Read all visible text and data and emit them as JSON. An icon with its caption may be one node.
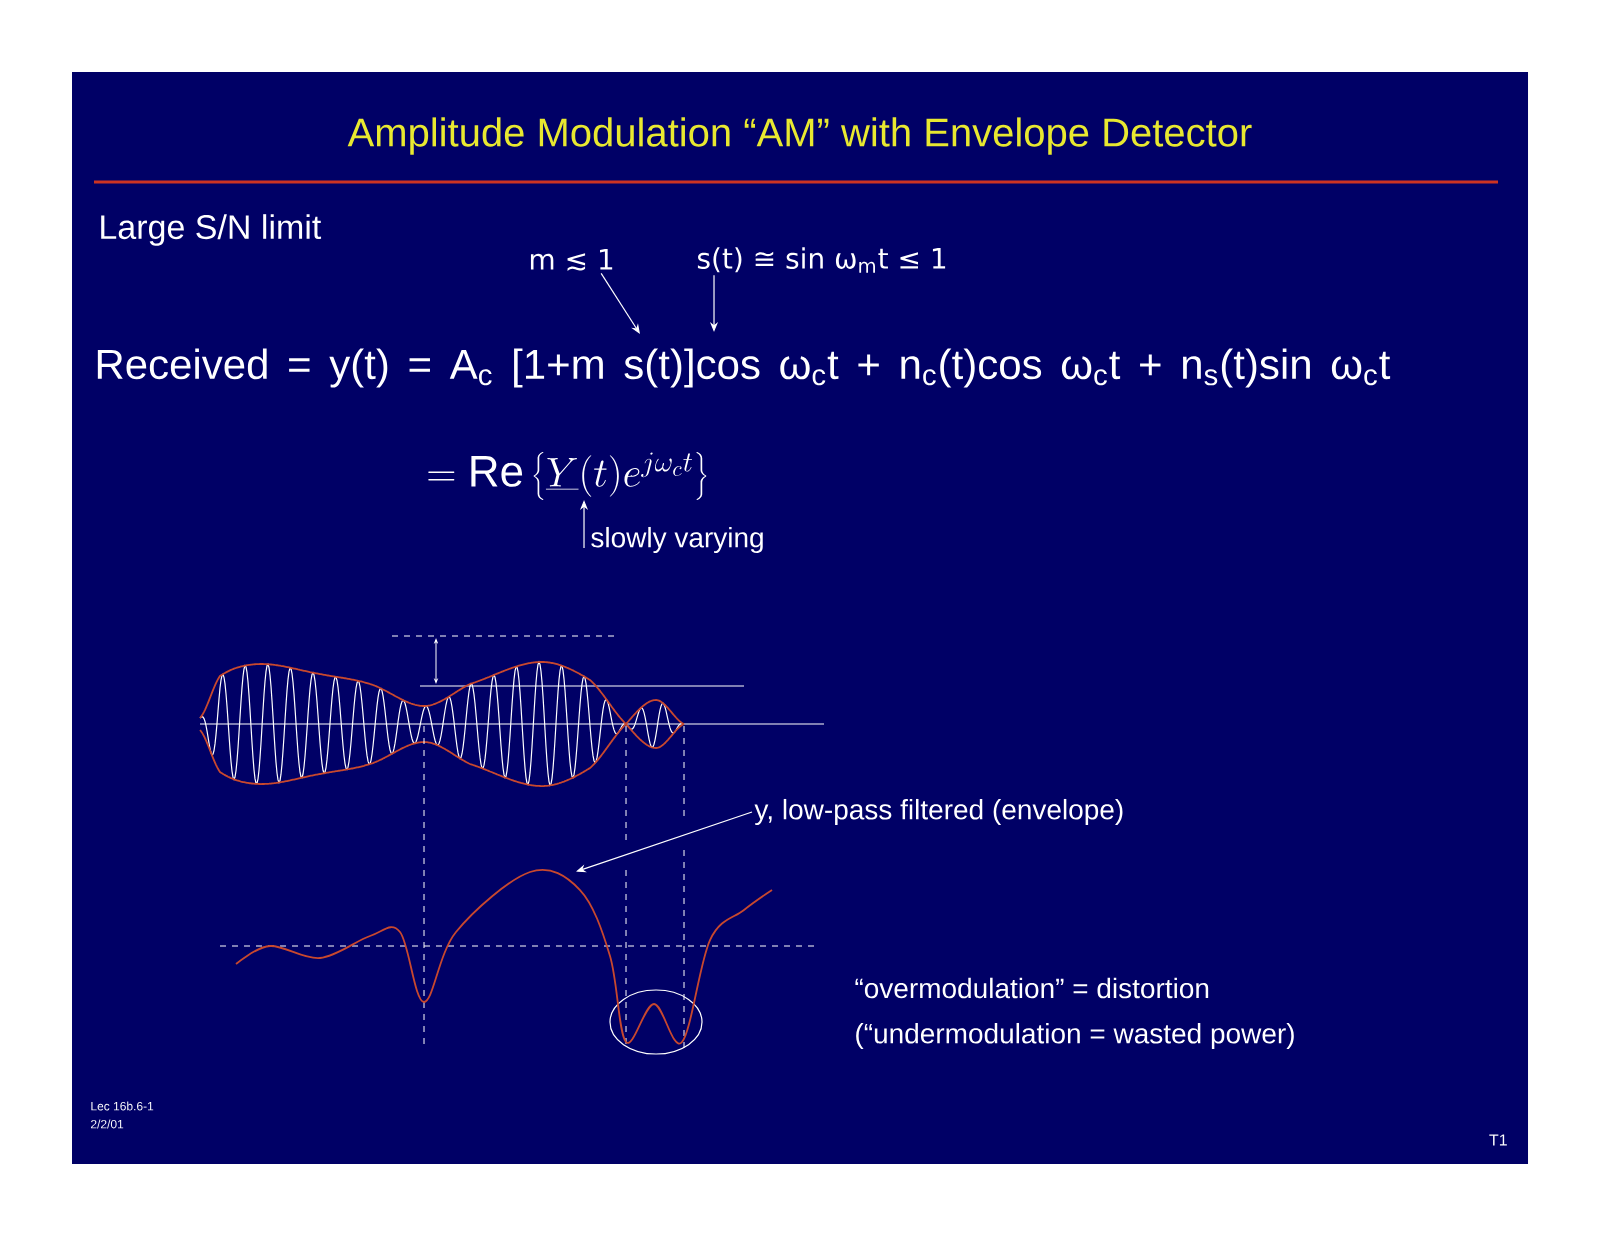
{
  "diagram": {
    "title": "Amplitude Modulation “AM” with Envelope Detector",
    "nodes": [
      {
        "text": [
          "m ≲ 1"
        ]
      },
      {
        "text": [
          "s(t) ≅ sin ω$_{m}$t ≤ 1"
        ]
      },
      {
        "text": [
          "Received = y(t) = A$_{c}$ [1+m s(t)]cos ω$_{c}$t + n$_{c}$(t)cos ω$_{c}$t + n$_{s}$(t)sin ω$_{c}$t"
        ]
      },
      {
        "text": [
          "= \\mathrm{Re}\\left\\{\\underline{Y}(t)e^{j\\omega_c t}\\right\\}"
        ]
      },
      {
        "text": [
          "slowly varying"
        ]
      },
      {
        "text": [
          "y, low-pass filtered (envelope)"
        ]
      },
      {
        "text": [],
        "shape": "picture"
      }
    ],
    "edges": [
      {
        "from": 0,
        "to": 2,
        "arrow": "to"
      },
      {
        "from": 1,
        "to": 2,
        "arrow": "to"
      },
      {
        "from": 4,
        "to": 3,
        "arrow": "to"
      },
      {
        "from": 5,
        "to": 6,
        "arrow": "to"
      }
    ],
    "labels": [
      "Large S/N limit",
      "“overmodulation” = distortion",
      "(“undermodulation = wasted power)",
      "Lec 16b.6-1",
      "2/2/01",
      "T1"
    ]
  }
}
